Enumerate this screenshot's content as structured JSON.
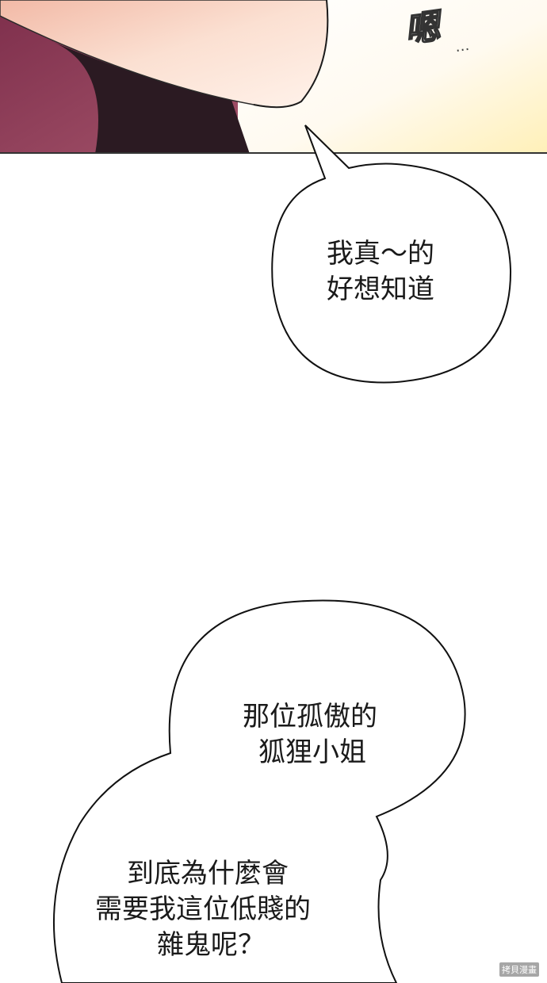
{
  "panel_top": {
    "sfx_text": "嗯",
    "sfx_dots": "…"
  },
  "bubble_1": {
    "lines": [
      "我真～的",
      "好想知道"
    ]
  },
  "bubble_2": {
    "lines": [
      "那位孤傲的",
      "狐狸小姐"
    ]
  },
  "bubble_3": {
    "lines": [
      "到底為什麼會",
      "需要我這位低賤的",
      "雜鬼呢？"
    ]
  },
  "watermark": "拷貝漫畫",
  "colors": {
    "bubble_fill": "#ffffff",
    "bubble_stroke": "#111111",
    "text": "#1a1a1a",
    "skin": "#f7d6c4",
    "hair_dark": "#2b1a22",
    "bg_magenta": "#8a3a56",
    "bg_cream": "#fff4c8"
  }
}
